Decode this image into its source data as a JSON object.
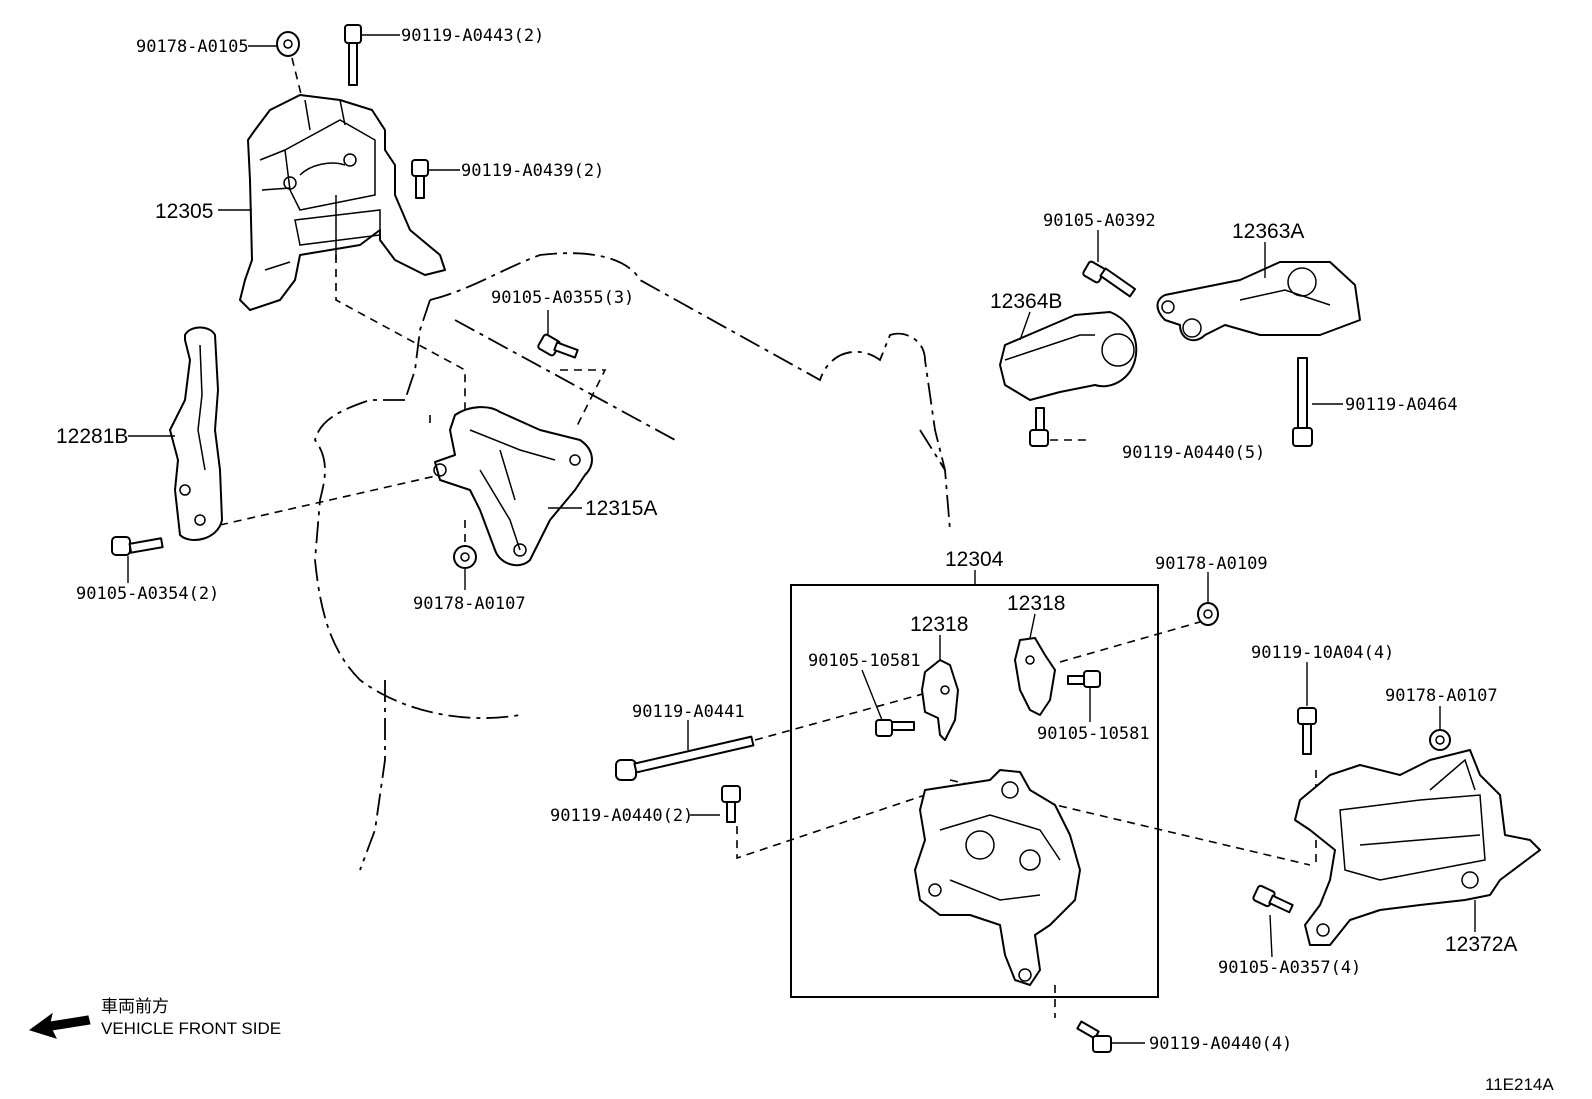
{
  "diagram_id": "11E214A",
  "orientation": {
    "japanese": "車両前方",
    "english": "VEHICLE FRONT SIDE",
    "icon": "arrow-left-icon"
  },
  "kit_box_label": "12304",
  "labels": {
    "p90178_A0105": "90178-A0105",
    "p90119_A0443": "90119-A0443(2)",
    "p90119_A0439": "90119-A0439(2)",
    "p12305": "12305",
    "p12281B": "12281B",
    "p90105_A0354": "90105-A0354(2)",
    "p90105_A0355": "90105-A0355(3)",
    "p12315A": "12315A",
    "p90178_A0107_a": "90178-A0107",
    "p90105_A0392": "90105-A0392",
    "p12363A": "12363A",
    "p12364B": "12364B",
    "p90119_A0464": "90119-A0464",
    "p90119_A0440_5": "90119-A0440(5)",
    "p90178_A0109": "90178-A0109",
    "p12318_a": "12318",
    "p12318_b": "12318",
    "p90105_10581_a": "90105-10581",
    "p90105_10581_b": "90105-10581",
    "p90119_A0441": "90119-A0441",
    "p90119_A0440_2": "90119-A0440(2)",
    "p90119_10A04": "90119-10A04(4)",
    "p90178_A0107_b": "90178-A0107",
    "p90105_A0357": "90105-A0357(4)",
    "p12372A": "12372A",
    "p90119_A0440_4": "90119-A0440(4)"
  }
}
